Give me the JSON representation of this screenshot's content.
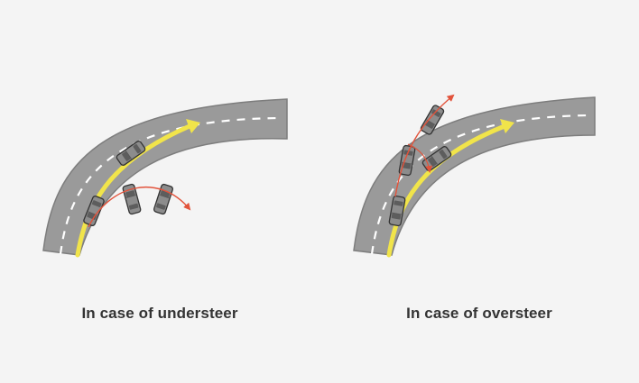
{
  "colors": {
    "background": "#f4f4f4",
    "road": "#9a9a9a",
    "road_edge": "#7d7d7d",
    "lane_marking": "#ffffff",
    "intended_path": "#f1e44a",
    "skid_path": "#e2533b",
    "car_body": "#8c8c8c",
    "car_outline": "#333333",
    "car_glass": "#5d5d5d",
    "caption": "#333333"
  },
  "panels": [
    {
      "id": "understeer",
      "caption": "In case of understeer",
      "icon": "curved-road-understeer"
    },
    {
      "id": "oversteer",
      "caption": "In case of oversteer",
      "icon": "curved-road-oversteer"
    }
  ]
}
